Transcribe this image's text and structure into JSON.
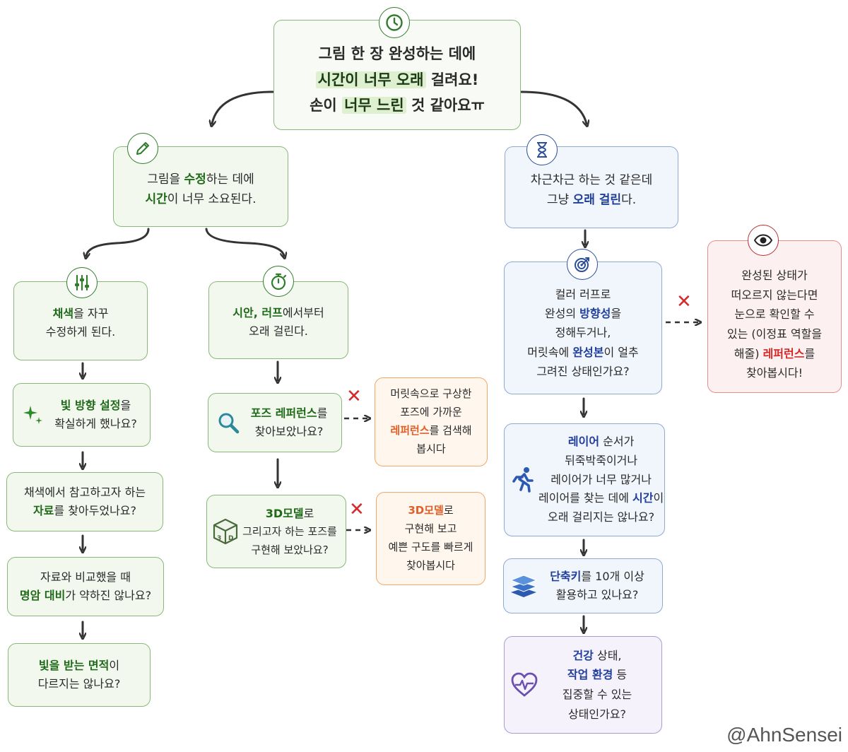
{
  "root": {
    "l1": "그림 한 장 완성하는 데에",
    "l2a": "시간이 너무 오래",
    "l2b": " 걸려요!",
    "l3a": "손이 ",
    "l3b": "너무 느린",
    "l3c": " 것 같아요ㅠ"
  },
  "left": {
    "main": {
      "l1a": "그림을 ",
      "l1b": "수정",
      "l1c": "하는 데에",
      "l2a": "시간",
      "l2b": "이 너무 소요된다."
    },
    "color": {
      "l1a": "채색",
      "l1b": "을 자꾸",
      "l2": "수정하게 된다."
    },
    "light": {
      "l1a": "빛 방향 설정",
      "l1b": "을",
      "l2": "확실하게 했나요?"
    },
    "ref": {
      "l1": "채색에서 참고하고자 하는",
      "l2a": "자료",
      "l2b": "를 찾아두었나요?"
    },
    "contrast": {
      "l1": "자료와 비교했을 때",
      "l2a": "명암 대비",
      "l2b": "가 약하진 않나요?"
    },
    "area": {
      "l1a": "빛을 받는 면적",
      "l1b": "이",
      "l2": "다르지는 않나요?"
    },
    "rough": {
      "l1a": "시안, 러프",
      "l1b": "에서부터",
      "l2": "오래 걸린다."
    },
    "pose": {
      "l1a": "포즈 레퍼런스",
      "l1b": "를",
      "l2": "찾아보았나요?"
    },
    "pose_tip": {
      "l1": "머릿속으로 구상한",
      "l2": "포즈에 가까운",
      "l3a": "레퍼런스",
      "l3b": "를 검색해",
      "l4": "봅시다"
    },
    "model": {
      "l1a": "3D모델",
      "l1b": "로",
      "l2": "그리고자 하는 포즈를",
      "l3": "구현해 보았나요?"
    },
    "model_tip": {
      "l1a": "3D모델",
      "l1b": "로",
      "l2": "구현해 보고",
      "l3": "예쁜 구도를 빠르게",
      "l4": "찾아봅시다"
    }
  },
  "right": {
    "main": {
      "l1": "차근차근 하는 것 같은데",
      "l2a": "그냥 ",
      "l2b": "오래 걸린",
      "l2c": "다."
    },
    "direction": {
      "l1": "컬러 러프로",
      "l2a": "완성의 ",
      "l2b": "방향성",
      "l2c": "을",
      "l3": "정해두거나,",
      "l4a": "머릿속에 ",
      "l4b": "완성본",
      "l4c": "이 얼추",
      "l5": "그려진 상태인가요?"
    },
    "direction_tip": {
      "l1": "완성된 상태가",
      "l2": "떠오르지 않는다면",
      "l3": "눈으로 확인할 수",
      "l4": "있는 (이정표 역할을",
      "l5a": "해줄) ",
      "l5b": "레퍼런스",
      "l5c": "를",
      "l6": "찾아봅시다!"
    },
    "layer": {
      "l1a": "레이어",
      "l1b": " 순서가",
      "l2": "뒤죽박죽이거나",
      "l3": "레이어가 너무 많거나",
      "l4a": "레이어를 찾는 데에 ",
      "l4b": "시간",
      "l4c": "이",
      "l5": "오래 걸리지는 않나요?"
    },
    "shortcut": {
      "l1a": "단축키",
      "l1b": "를 10개 이상",
      "l2": "활용하고 있나요?"
    },
    "health": {
      "l1a": "건강",
      "l1b": " 상태,",
      "l2a": "작업 환경",
      "l2b": " 등",
      "l3": "집중할 수 있는",
      "l4": "상태인가요?"
    }
  },
  "x_mark": "✕",
  "credit": "@AhnSensei",
  "colors": {
    "green": "#1f6a18",
    "blue": "#1f3f9a",
    "orange": "#e0602a",
    "red": "#d42a2a",
    "purple": "#6a4fb0"
  }
}
